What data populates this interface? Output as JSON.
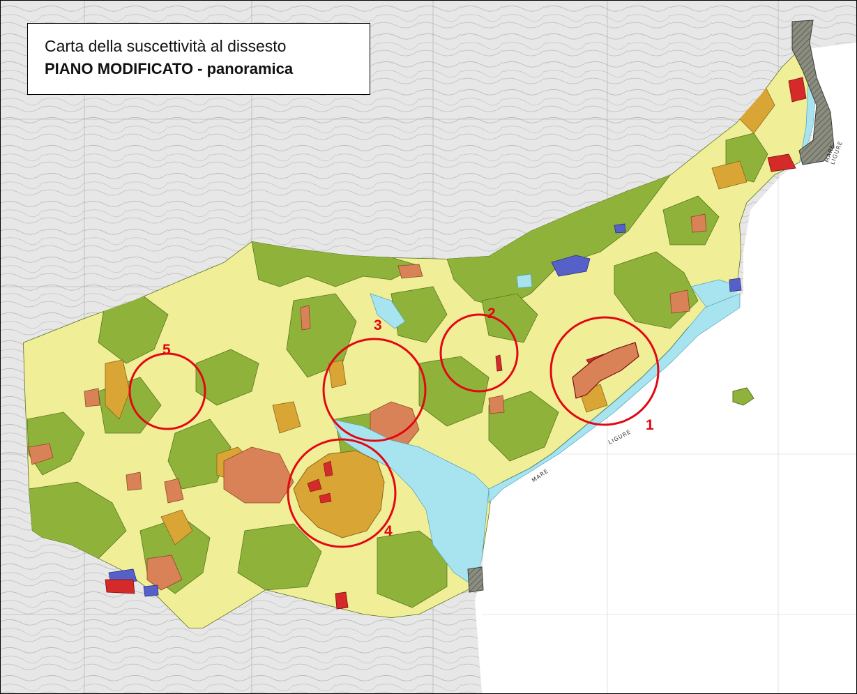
{
  "title": {
    "line1": "Carta della suscettività al dissesto",
    "line2": "PIANO MODIFICATO - panoramica"
  },
  "highlight_color": "#e30613",
  "sites": [
    {
      "id": "site-1",
      "label": "1"
    },
    {
      "id": "site-2",
      "label": "2"
    },
    {
      "id": "site-3",
      "label": "3"
    },
    {
      "id": "site-4",
      "label": "4"
    },
    {
      "id": "site-5",
      "label": "5"
    }
  ],
  "sea_labels": {
    "east": "MARE LIGURE",
    "south": "LIGURE",
    "bay": "MARE"
  },
  "legend_colors": {
    "very_low": "#8fb33a",
    "low": "#f0ee96",
    "medium": "#d9a635",
    "high": "#d98257",
    "very_high": "#d42a2a",
    "special": "#5560c8",
    "water": "#a8e4f0",
    "coast_structure": "#7d8074",
    "topo_base": "#e6e6e6"
  }
}
